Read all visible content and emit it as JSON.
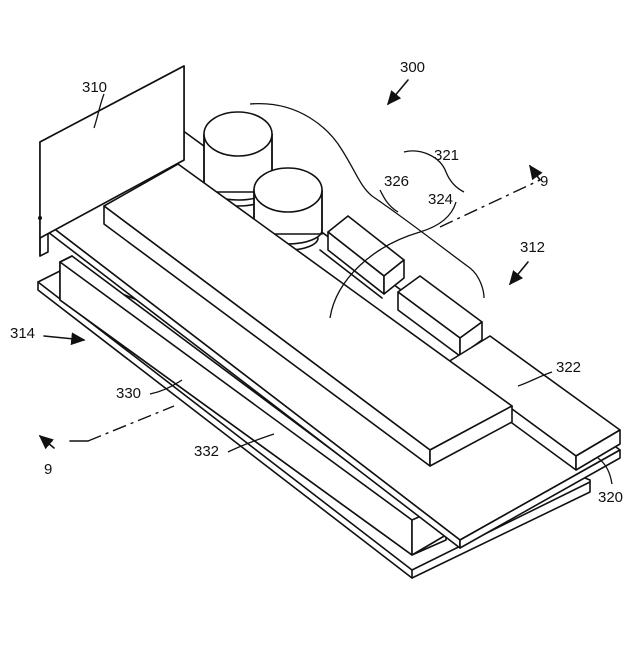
{
  "figure": {
    "labels": {
      "assembly": "300",
      "bracket": "310",
      "upper_side": "312",
      "lower_side": "314",
      "component_group": "321",
      "module": "322",
      "capacitor": "324",
      "chip": "326",
      "lower_module": "330",
      "lower_board": "332",
      "board": "320",
      "section_top": "9",
      "section_bottom": "9"
    }
  }
}
